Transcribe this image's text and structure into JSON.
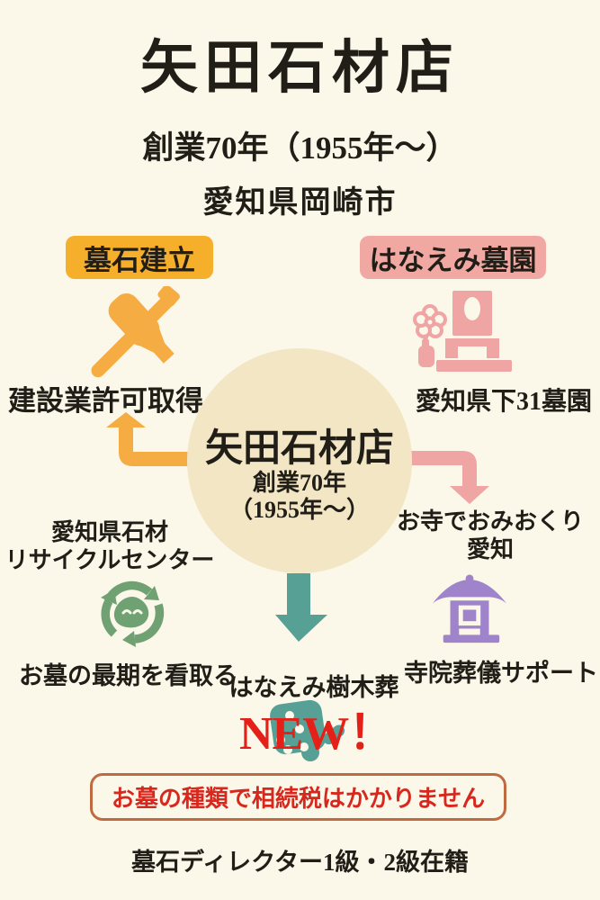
{
  "header": {
    "title": "矢田石材店",
    "subtitle_years": "創業70年（1955年～）",
    "subtitle_location": "愛知県岡崎市"
  },
  "center_circle": {
    "title": "矢田石材店",
    "line1": "創業70年",
    "line2": "（1955年～）"
  },
  "branches": {
    "boseki": {
      "badge": "墓石建立",
      "caption": "建設業許可取得",
      "icon": "hammer-chisel-icon",
      "accent_color": "#F6AF2B"
    },
    "hanaemi": {
      "badge": "はなえみ墓園",
      "caption": "愛知県下31墓園",
      "icon": "grave-flower-icon",
      "accent_color": "#F1A8A2"
    },
    "recycle": {
      "name_line1": "愛知県石材",
      "name_line2": "リサイクルセンター",
      "caption": "お墓の最期を看取る",
      "icon": "stone-recycle-icon",
      "accent_color": "#6FA173"
    },
    "temple": {
      "name_line1": "お寺でおみおくり",
      "name_line2": "愛知",
      "caption": "寺院葬儀サポート",
      "icon": "temple-icon",
      "accent_color": "#9F83CB"
    },
    "jumokuso": {
      "name": "はなえみ樹木葬",
      "new_label": "NEW！",
      "icon": "stamp-dots-icon",
      "accent_color": "#57A096"
    }
  },
  "footer": {
    "notice": "お墓の種類で相続税はかかりません",
    "credential": "墓石ディレクター1級・2級在籍"
  },
  "colors": {
    "background": "#FBF7E9",
    "circle_fill": "#F3E6C4",
    "text": "#211E18",
    "new_red": "#E32119",
    "notice_text": "#D8281E",
    "notice_border": "#BF6A41",
    "arrow_orange": "#F5AC43",
    "arrow_pink": "#EFA5A3",
    "arrow_teal": "#57A096"
  }
}
